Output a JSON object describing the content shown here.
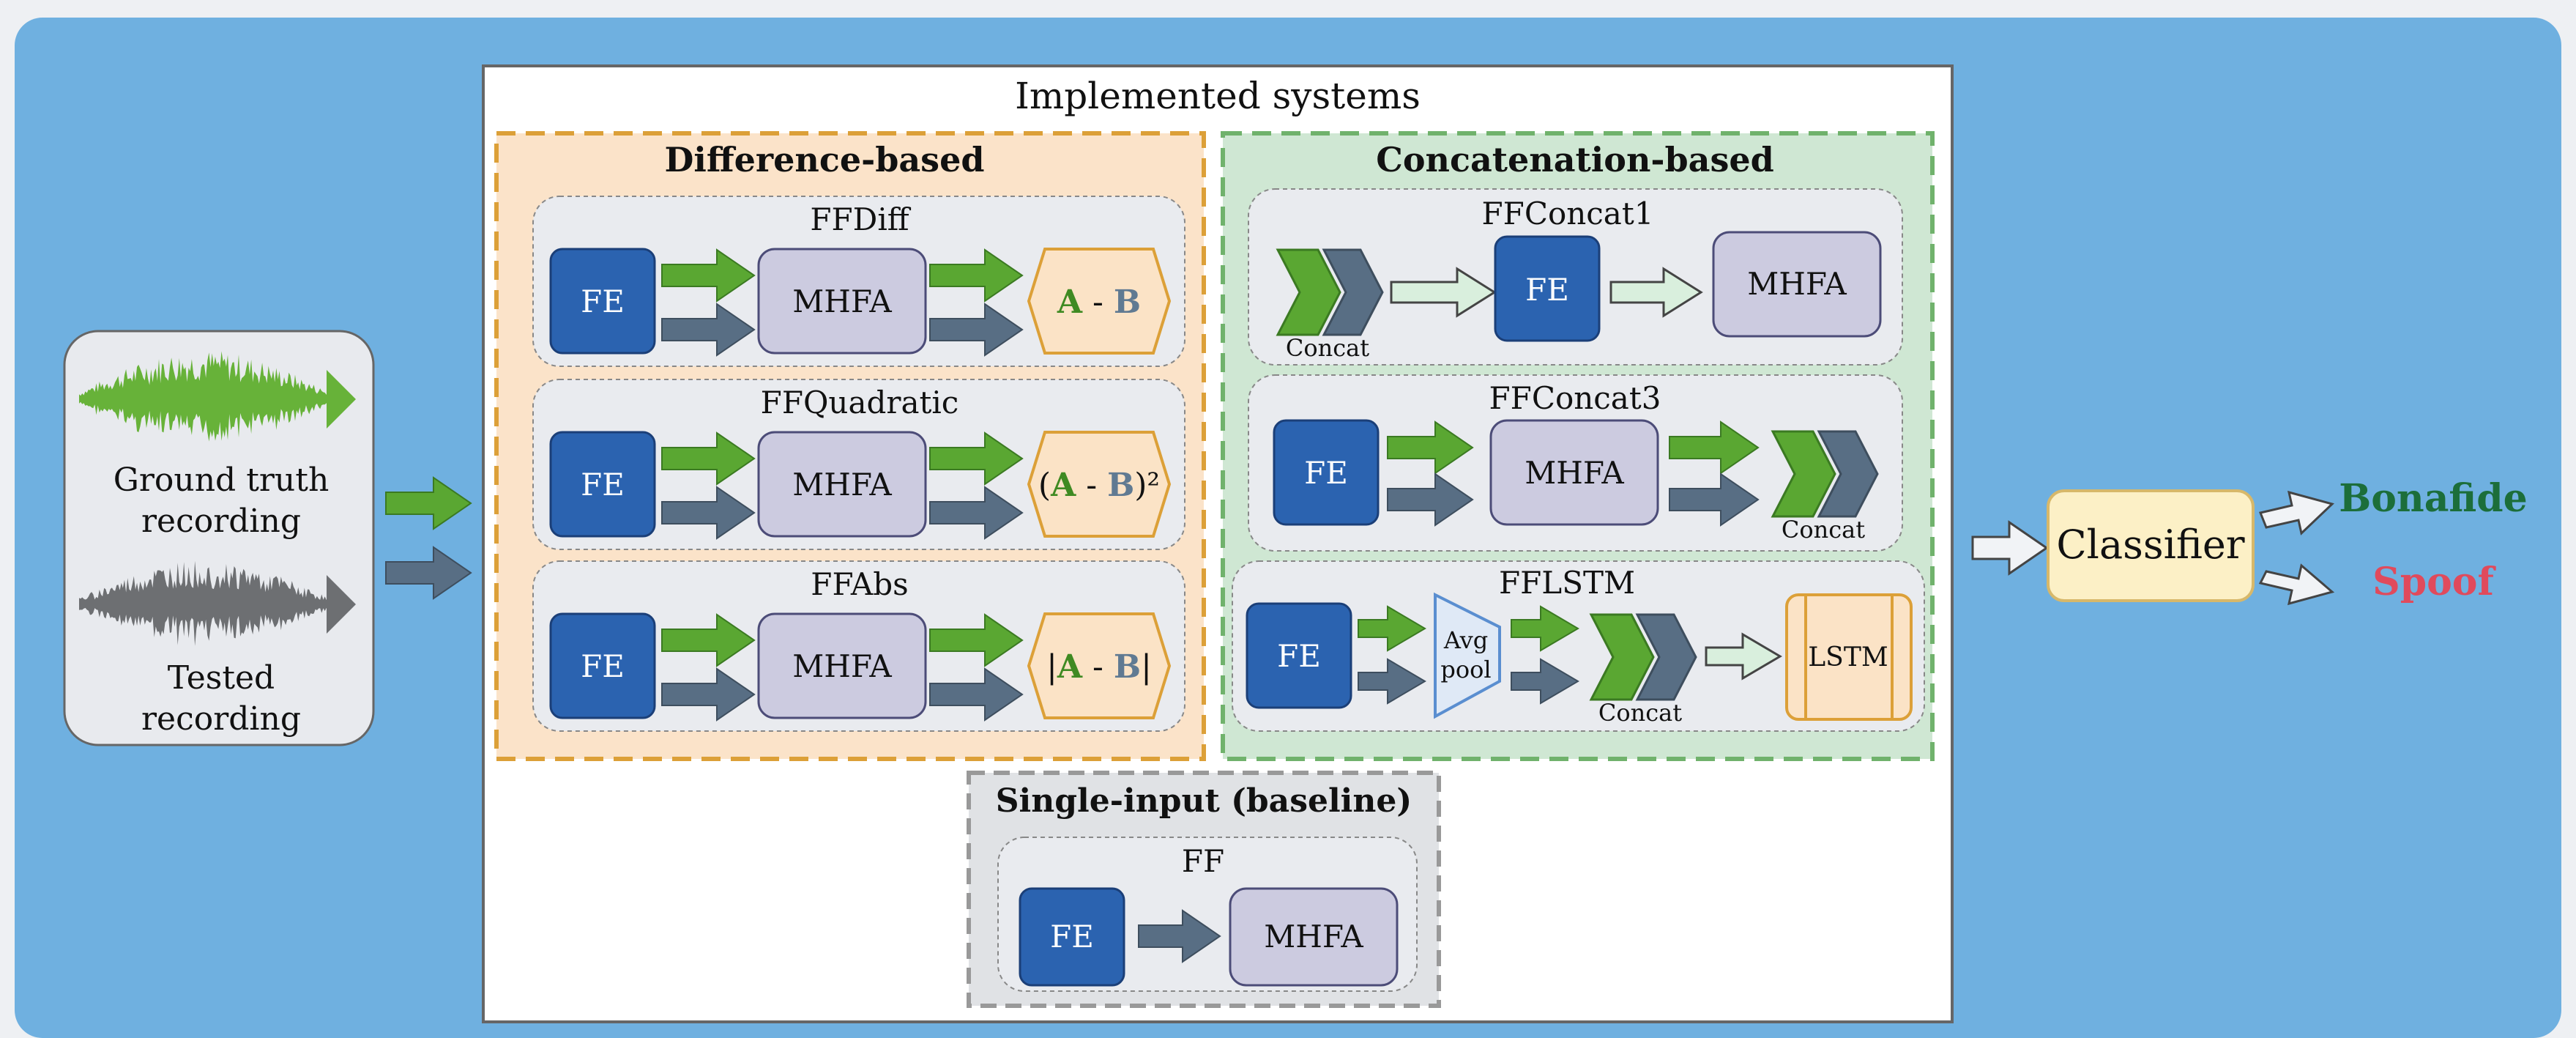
{
  "input": {
    "ground_truth_label": [
      "Ground truth",
      "recording"
    ],
    "tested_label": [
      "Tested",
      "recording"
    ]
  },
  "implemented": {
    "title": "Implemented systems"
  },
  "difference": {
    "title": "Difference-based",
    "systems": [
      {
        "name": "FFDiff",
        "fe": "FE",
        "mhfa": "MHFA",
        "op": {
          "pre": "",
          "a": "A",
          "sep": " - ",
          "b": "B",
          "post": ""
        }
      },
      {
        "name": "FFQuadratic",
        "fe": "FE",
        "mhfa": "MHFA",
        "op": {
          "pre": "(",
          "a": "A",
          "sep": " - ",
          "b": "B",
          "post": ")²"
        }
      },
      {
        "name": "FFAbs",
        "fe": "FE",
        "mhfa": "MHFA",
        "op": {
          "pre": "|",
          "a": "A",
          "sep": " - ",
          "b": "B",
          "post": "|"
        }
      }
    ]
  },
  "concatenation": {
    "title": "Concatenation-based",
    "concat1": {
      "name": "FFConcat1",
      "concat": "Concat",
      "fe": "FE",
      "mhfa": "MHFA"
    },
    "concat3": {
      "name": "FFConcat3",
      "fe": "FE",
      "mhfa": "MHFA",
      "concat": "Concat"
    },
    "lstm": {
      "name": "FFLSTM",
      "fe": "FE",
      "pool": [
        "Avg",
        "pool"
      ],
      "concat": "Concat",
      "lstm": "LSTM"
    }
  },
  "baseline": {
    "title": "Single-input (baseline)",
    "name": "FF",
    "fe": "FE",
    "mhfa": "MHFA"
  },
  "classifier": {
    "label": "Classifier",
    "bonafide": "Bonafide",
    "spoof": "Spoof"
  },
  "colors": {
    "background": "#6fb0e0",
    "fe": "#2b63b0",
    "mhfa": "#cccbe0",
    "op_fill": "#fbe3c6",
    "op_border": "#dca038",
    "green_arrow": "#5aa732",
    "slate_arrow": "#586e84",
    "diff_panel": "#fbe3c9",
    "concat_panel": "#cfe7d3",
    "baseline_panel": "#e0e2e5",
    "classifier_fill": "#fcf0c6",
    "bonafide": "#1c6e3a",
    "spoof": "#e04a5c"
  }
}
